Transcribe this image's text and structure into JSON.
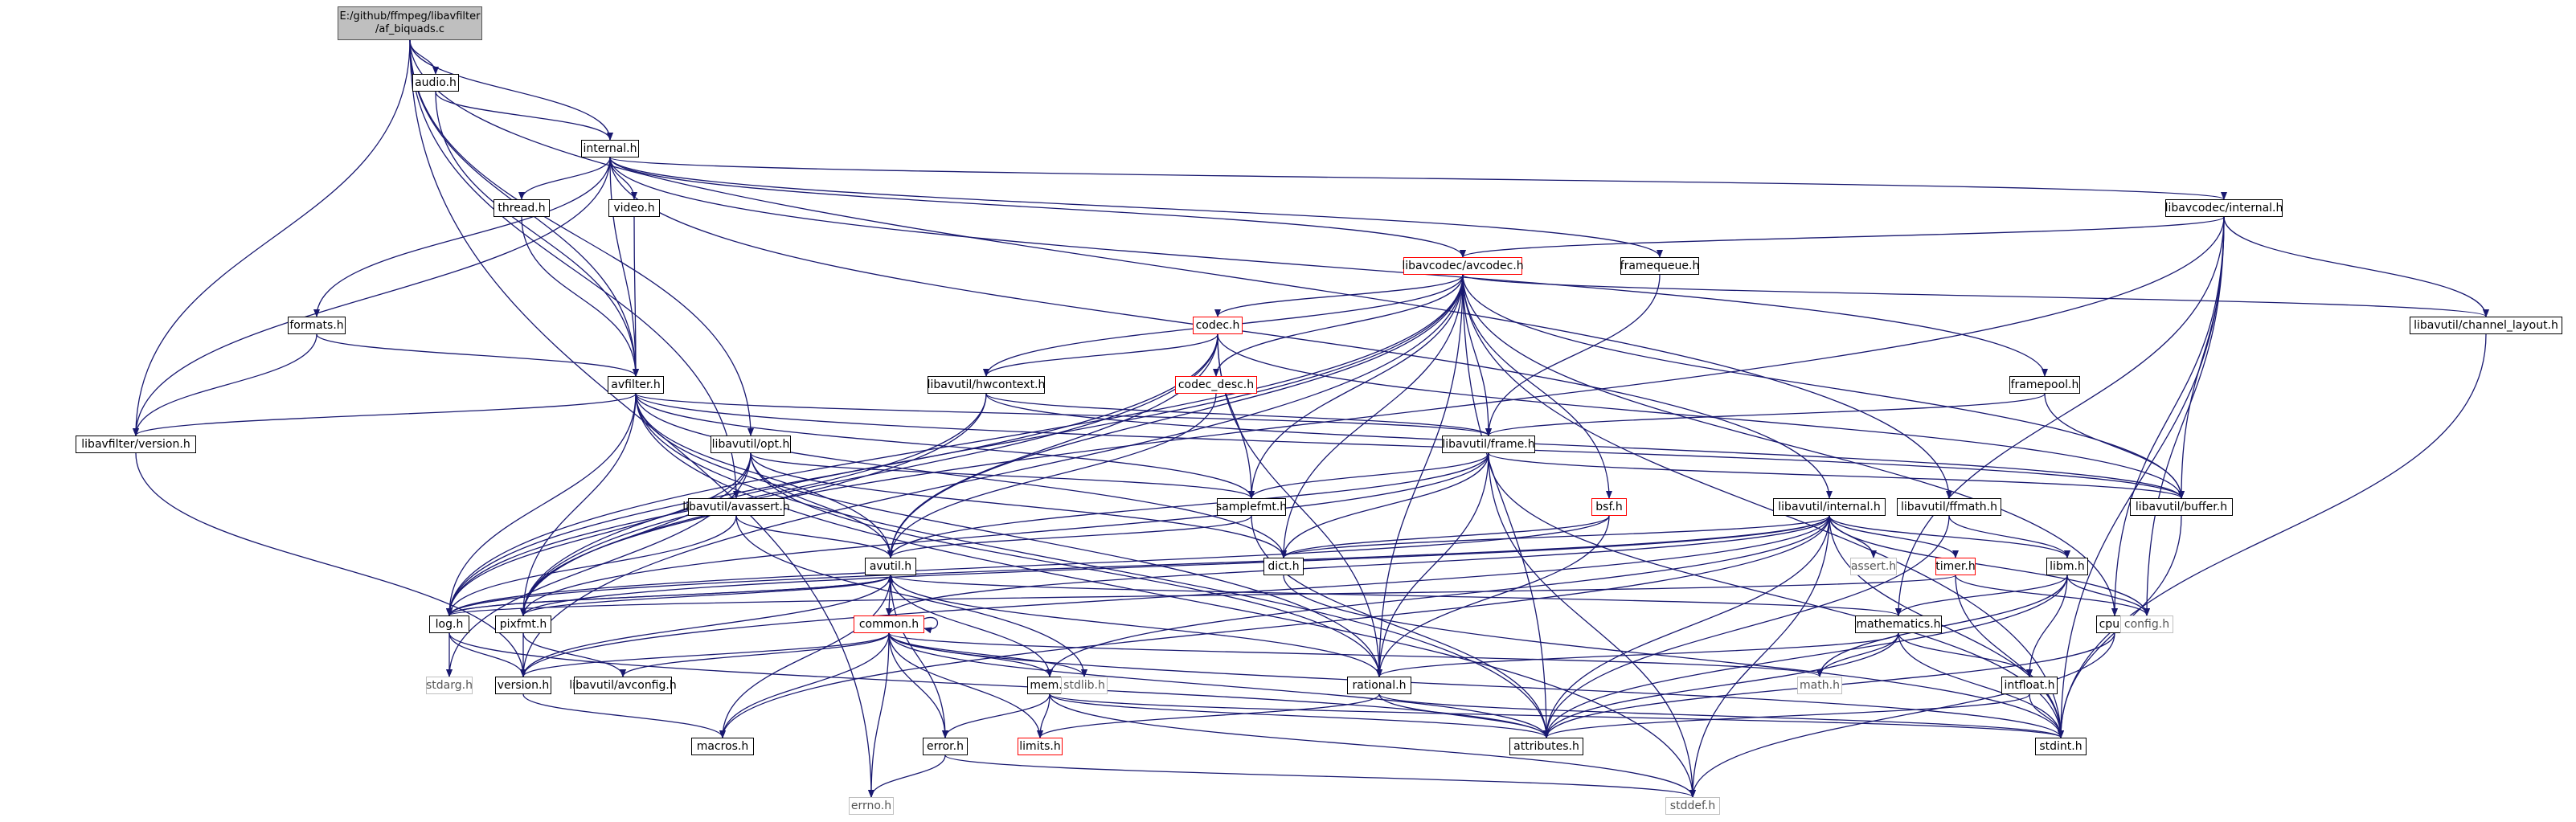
{
  "nodes": [
    {
      "id": "af_biquads",
      "lines": [
        "E:/github/ffmpeg/libavfilter",
        "/af_biquads.c"
      ],
      "kind": "root"
    },
    {
      "id": "audio",
      "lines": [
        "audio.h"
      ],
      "kind": "normal"
    },
    {
      "id": "internal",
      "lines": [
        "internal.h"
      ],
      "kind": "normal"
    },
    {
      "id": "thread",
      "lines": [
        "thread.h"
      ],
      "kind": "normal"
    },
    {
      "id": "video",
      "lines": [
        "video.h"
      ],
      "kind": "normal"
    },
    {
      "id": "lavc_internal",
      "lines": [
        "libavcodec/internal.h"
      ],
      "kind": "normal"
    },
    {
      "id": "framequeue",
      "lines": [
        "framequeue.h"
      ],
      "kind": "normal"
    },
    {
      "id": "avcodec",
      "lines": [
        "libavcodec/avcodec.h"
      ],
      "kind": "red"
    },
    {
      "id": "formats",
      "lines": [
        "formats.h"
      ],
      "kind": "normal"
    },
    {
      "id": "codec",
      "lines": [
        "codec.h"
      ],
      "kind": "red"
    },
    {
      "id": "channel_layout",
      "lines": [
        "libavutil/channel_layout.h"
      ],
      "kind": "normal"
    },
    {
      "id": "avfilter",
      "lines": [
        "avfilter.h"
      ],
      "kind": "normal"
    },
    {
      "id": "hwcontext",
      "lines": [
        "libavutil/hwcontext.h"
      ],
      "kind": "normal"
    },
    {
      "id": "codec_desc",
      "lines": [
        "codec_desc.h"
      ],
      "kind": "red"
    },
    {
      "id": "framepool",
      "lines": [
        "framepool.h"
      ],
      "kind": "normal"
    },
    {
      "id": "lavfi_version",
      "lines": [
        "libavfilter/version.h"
      ],
      "kind": "normal"
    },
    {
      "id": "opt",
      "lines": [
        "libavutil/opt.h"
      ],
      "kind": "normal"
    },
    {
      "id": "frame",
      "lines": [
        "libavutil/frame.h"
      ],
      "kind": "normal"
    },
    {
      "id": "samplefmt",
      "lines": [
        "samplefmt.h"
      ],
      "kind": "normal"
    },
    {
      "id": "bsf",
      "lines": [
        "bsf.h"
      ],
      "kind": "red"
    },
    {
      "id": "lavu_internal",
      "lines": [
        "libavutil/internal.h"
      ],
      "kind": "normal"
    },
    {
      "id": "ffmath",
      "lines": [
        "libavutil/ffmath.h"
      ],
      "kind": "normal"
    },
    {
      "id": "buffer",
      "lines": [
        "libavutil/buffer.h"
      ],
      "kind": "normal"
    },
    {
      "id": "avassert",
      "lines": [
        "libavutil/avassert.h"
      ],
      "kind": "normal"
    },
    {
      "id": "avutil",
      "lines": [
        "avutil.h"
      ],
      "kind": "normal"
    },
    {
      "id": "dict",
      "lines": [
        "dict.h"
      ],
      "kind": "normal"
    },
    {
      "id": "assert",
      "lines": [
        "assert.h"
      ],
      "kind": "gray"
    },
    {
      "id": "timer",
      "lines": [
        "timer.h"
      ],
      "kind": "red"
    },
    {
      "id": "libm",
      "lines": [
        "libm.h"
      ],
      "kind": "normal"
    },
    {
      "id": "log",
      "lines": [
        "log.h"
      ],
      "kind": "normal"
    },
    {
      "id": "pixfmt",
      "lines": [
        "pixfmt.h"
      ],
      "kind": "normal"
    },
    {
      "id": "common",
      "lines": [
        "common.h"
      ],
      "kind": "red"
    },
    {
      "id": "mathematics",
      "lines": [
        "mathematics.h"
      ],
      "kind": "normal"
    },
    {
      "id": "cpu",
      "lines": [
        "cpu.h"
      ],
      "kind": "normal"
    },
    {
      "id": "config",
      "lines": [
        "config.h"
      ],
      "kind": "gray"
    },
    {
      "id": "stdarg",
      "lines": [
        "stdarg.h"
      ],
      "kind": "gray"
    },
    {
      "id": "lavu_version",
      "lines": [
        "version.h"
      ],
      "kind": "normal"
    },
    {
      "id": "avconfig",
      "lines": [
        "libavutil/avconfig.h"
      ],
      "kind": "normal"
    },
    {
      "id": "mem",
      "lines": [
        "mem.h"
      ],
      "kind": "normal"
    },
    {
      "id": "stdlib",
      "lines": [
        "stdlib.h"
      ],
      "kind": "gray"
    },
    {
      "id": "rational",
      "lines": [
        "rational.h"
      ],
      "kind": "normal"
    },
    {
      "id": "math",
      "lines": [
        "math.h"
      ],
      "kind": "gray"
    },
    {
      "id": "intfloat",
      "lines": [
        "intfloat.h"
      ],
      "kind": "normal"
    },
    {
      "id": "macros",
      "lines": [
        "macros.h"
      ],
      "kind": "normal"
    },
    {
      "id": "error",
      "lines": [
        "error.h"
      ],
      "kind": "normal"
    },
    {
      "id": "limits",
      "lines": [
        "limits.h"
      ],
      "kind": "red"
    },
    {
      "id": "attributes",
      "lines": [
        "attributes.h"
      ],
      "kind": "normal"
    },
    {
      "id": "stdint",
      "lines": [
        "stdint.h"
      ],
      "kind": "normal"
    },
    {
      "id": "errno",
      "lines": [
        "errno.h"
      ],
      "kind": "gray"
    },
    {
      "id": "stddef",
      "lines": [
        "stddef.h"
      ],
      "kind": "gray"
    }
  ],
  "edges": [
    [
      "af_biquads",
      "audio"
    ],
    [
      "af_biquads",
      "internal"
    ],
    [
      "af_biquads",
      "avfilter"
    ],
    [
      "af_biquads",
      "lavfi_version"
    ],
    [
      "af_biquads",
      "opt"
    ],
    [
      "af_biquads",
      "avassert"
    ],
    [
      "af_biquads",
      "ffmath"
    ],
    [
      "af_biquads",
      "errno"
    ],
    [
      "audio",
      "internal"
    ],
    [
      "audio",
      "avfilter"
    ],
    [
      "internal",
      "thread"
    ],
    [
      "internal",
      "video"
    ],
    [
      "internal",
      "formats"
    ],
    [
      "internal",
      "lavfi_version"
    ],
    [
      "internal",
      "avfilter"
    ],
    [
      "internal",
      "lavc_internal"
    ],
    [
      "internal",
      "avcodec"
    ],
    [
      "internal",
      "framequeue"
    ],
    [
      "internal",
      "framepool"
    ],
    [
      "internal",
      "lavu_internal"
    ],
    [
      "thread",
      "avfilter"
    ],
    [
      "video",
      "avfilter"
    ],
    [
      "formats",
      "avfilter"
    ],
    [
      "formats",
      "lavfi_version"
    ],
    [
      "lavc_internal",
      "avcodec"
    ],
    [
      "lavc_internal",
      "buffer"
    ],
    [
      "lavc_internal",
      "channel_layout"
    ],
    [
      "lavc_internal",
      "pixfmt"
    ],
    [
      "lavc_internal",
      "mathematics"
    ],
    [
      "lavc_internal",
      "cpu"
    ],
    [
      "lavc_internal",
      "config"
    ],
    [
      "lavc_internal",
      "stdint"
    ],
    [
      "framequeue",
      "frame"
    ],
    [
      "avcodec",
      "codec"
    ],
    [
      "avcodec",
      "codec_desc"
    ],
    [
      "avcodec",
      "hwcontext"
    ],
    [
      "avcodec",
      "channel_layout"
    ],
    [
      "avcodec",
      "frame"
    ],
    [
      "avcodec",
      "samplefmt"
    ],
    [
      "avcodec",
      "bsf"
    ],
    [
      "avcodec",
      "avutil"
    ],
    [
      "avcodec",
      "dict"
    ],
    [
      "avcodec",
      "buffer"
    ],
    [
      "avcodec",
      "log"
    ],
    [
      "avcodec",
      "pixfmt"
    ],
    [
      "avcodec",
      "rational"
    ],
    [
      "avcodec",
      "attributes"
    ],
    [
      "avcodec",
      "cpu"
    ],
    [
      "avcodec",
      "lavu_version"
    ],
    [
      "avcodec",
      "stdint"
    ],
    [
      "codec",
      "hwcontext"
    ],
    [
      "codec",
      "avutil"
    ],
    [
      "codec",
      "samplefmt"
    ],
    [
      "codec",
      "log"
    ],
    [
      "codec",
      "pixfmt"
    ],
    [
      "codec",
      "rational"
    ],
    [
      "codec",
      "buffer"
    ],
    [
      "codec_desc",
      "avutil"
    ],
    [
      "channel_layout",
      "stdint"
    ],
    [
      "avfilter",
      "lavfi_version"
    ],
    [
      "avfilter",
      "frame"
    ],
    [
      "avfilter",
      "samplefmt"
    ],
    [
      "avfilter",
      "avutil"
    ],
    [
      "avfilter",
      "dict"
    ],
    [
      "avfilter",
      "log"
    ],
    [
      "avfilter",
      "pixfmt"
    ],
    [
      "avfilter",
      "rational"
    ],
    [
      "avfilter",
      "buffer"
    ],
    [
      "avfilter",
      "attributes"
    ],
    [
      "avfilter",
      "stddef"
    ],
    [
      "hwcontext",
      "buffer"
    ],
    [
      "hwcontext",
      "frame"
    ],
    [
      "hwcontext",
      "log"
    ],
    [
      "hwcontext",
      "pixfmt"
    ],
    [
      "framepool",
      "frame"
    ],
    [
      "framepool",
      "buffer"
    ],
    [
      "lavfi_version",
      "lavu_version"
    ],
    [
      "opt",
      "samplefmt"
    ],
    [
      "opt",
      "avutil"
    ],
    [
      "opt",
      "dict"
    ],
    [
      "opt",
      "log"
    ],
    [
      "opt",
      "pixfmt"
    ],
    [
      "opt",
      "rational"
    ],
    [
      "opt",
      "stdarg"
    ],
    [
      "frame",
      "samplefmt"
    ],
    [
      "frame",
      "avutil"
    ],
    [
      "frame",
      "dict"
    ],
    [
      "frame",
      "buffer"
    ],
    [
      "frame",
      "pixfmt"
    ],
    [
      "frame",
      "rational"
    ],
    [
      "frame",
      "stdint"
    ],
    [
      "frame",
      "stddef"
    ],
    [
      "samplefmt",
      "avutil"
    ],
    [
      "samplefmt",
      "attributes"
    ],
    [
      "bsf",
      "dict"
    ],
    [
      "bsf",
      "log"
    ],
    [
      "bsf",
      "rational"
    ],
    [
      "lavu_internal",
      "assert"
    ],
    [
      "lavu_internal",
      "timer"
    ],
    [
      "lavu_internal",
      "libm"
    ],
    [
      "lavu_internal",
      "dict"
    ],
    [
      "lavu_internal",
      "log"
    ],
    [
      "lavu_internal",
      "pixfmt"
    ],
    [
      "lavu_internal",
      "common"
    ],
    [
      "lavu_internal",
      "mem"
    ],
    [
      "lavu_internal",
      "config"
    ],
    [
      "lavu_internal",
      "attributes"
    ],
    [
      "lavu_internal",
      "macros"
    ],
    [
      "lavu_internal",
      "lavu_version"
    ],
    [
      "lavu_internal",
      "stdint"
    ],
    [
      "lavu_internal",
      "stddef"
    ],
    [
      "ffmath",
      "libm"
    ],
    [
      "ffmath",
      "attributes"
    ],
    [
      "buffer",
      "stdint"
    ],
    [
      "avassert",
      "avutil"
    ],
    [
      "avassert",
      "log"
    ],
    [
      "avassert",
      "stdlib"
    ],
    [
      "avutil",
      "common"
    ],
    [
      "avutil",
      "error"
    ],
    [
      "avutil",
      "lavu_version"
    ],
    [
      "avutil",
      "macros"
    ],
    [
      "avutil",
      "mathematics"
    ],
    [
      "avutil",
      "rational"
    ],
    [
      "avutil",
      "log"
    ],
    [
      "avutil",
      "pixfmt"
    ],
    [
      "dict",
      "stdint"
    ],
    [
      "timer",
      "log"
    ],
    [
      "timer",
      "config"
    ],
    [
      "timer",
      "stdint"
    ],
    [
      "libm",
      "mathematics"
    ],
    [
      "libm",
      "intfloat"
    ],
    [
      "libm",
      "config"
    ],
    [
      "libm",
      "attributes"
    ],
    [
      "libm",
      "math"
    ],
    [
      "log",
      "avutil"
    ],
    [
      "log",
      "attributes"
    ],
    [
      "log",
      "lavu_version"
    ],
    [
      "log",
      "stdarg"
    ],
    [
      "pixfmt",
      "lavu_version"
    ],
    [
      "pixfmt",
      "avconfig"
    ],
    [
      "common",
      "attributes"
    ],
    [
      "common",
      "macros"
    ],
    [
      "common",
      "lavu_version"
    ],
    [
      "common",
      "avconfig"
    ],
    [
      "common",
      "mem"
    ],
    [
      "common",
      "error"
    ],
    [
      "common",
      "errno"
    ],
    [
      "common",
      "limits"
    ],
    [
      "common",
      "stdlib"
    ],
    [
      "common",
      "math"
    ],
    [
      "common",
      "stdint"
    ],
    [
      "common",
      "common"
    ],
    [
      "mathematics",
      "rational"
    ],
    [
      "mathematics",
      "intfloat"
    ],
    [
      "mathematics",
      "math"
    ],
    [
      "mathematics",
      "attributes"
    ],
    [
      "mathematics",
      "stdint"
    ],
    [
      "cpu",
      "attributes"
    ],
    [
      "cpu",
      "stddef"
    ],
    [
      "lavu_version",
      "macros"
    ],
    [
      "mem",
      "attributes"
    ],
    [
      "mem",
      "avutil"
    ],
    [
      "mem",
      "error"
    ],
    [
      "mem",
      "limits"
    ],
    [
      "mem",
      "stdint"
    ],
    [
      "mem",
      "stddef"
    ],
    [
      "rational",
      "attributes"
    ],
    [
      "rational",
      "limits"
    ],
    [
      "rational",
      "stdint"
    ],
    [
      "intfloat",
      "attributes"
    ],
    [
      "intfloat",
      "stdint"
    ],
    [
      "error",
      "errno"
    ],
    [
      "error",
      "stddef"
    ]
  ],
  "colors": {
    "edge": "#191970",
    "node_border": "#000000",
    "red_border": "#ff0000",
    "gray_border": "#bfbfbf",
    "root_fill": "#bfbfbf"
  }
}
